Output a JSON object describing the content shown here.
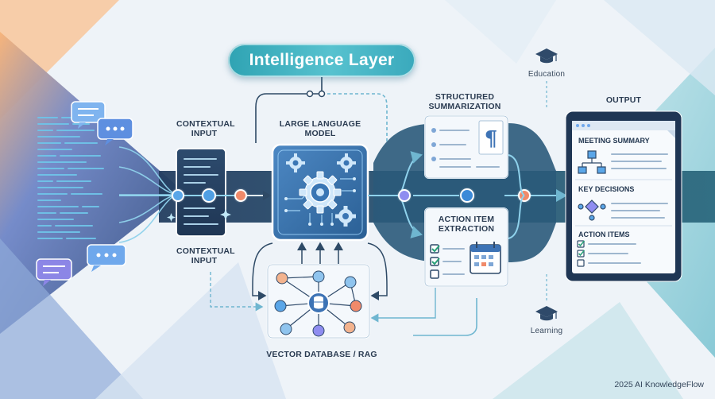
{
  "title": "Intelligence Layer",
  "labels": {
    "contextual_input_top": [
      "CONTEXTUAL",
      "INPUT"
    ],
    "contextual_input_bottom": [
      "CONTEXTUAL",
      "INPUT"
    ],
    "llm": [
      "LARGE LANGUAGE",
      "MODEL"
    ],
    "structured_summarization": [
      "STRUCTURED",
      "SUMMARIZATION"
    ],
    "action_item_extraction": [
      "ACTION ITEM",
      "EXTRACTION"
    ],
    "vector_db": "VECTOR DATABASE / RAG",
    "output": "OUTPUT",
    "education": "Education",
    "learning": "Learning"
  },
  "output_doc": {
    "sections": [
      "MEETING SUMMARY",
      "KEY DECISIONS",
      "ACTION ITEMS"
    ]
  },
  "footer": "2025 AI KnowledgeFlow",
  "colors": {
    "accent_teal": "#3aa9bc",
    "navy": "#23415f",
    "node_blue": "#5aa6e8",
    "node_orange": "#f08a6a",
    "node_purple": "#8f8df0"
  },
  "icons": [
    "chat-bubble-icon",
    "gear-icon",
    "paragraph-icon",
    "checkbox-icon",
    "calendar-icon",
    "graduation-cap-icon",
    "database-icon",
    "flowchart-icon"
  ]
}
